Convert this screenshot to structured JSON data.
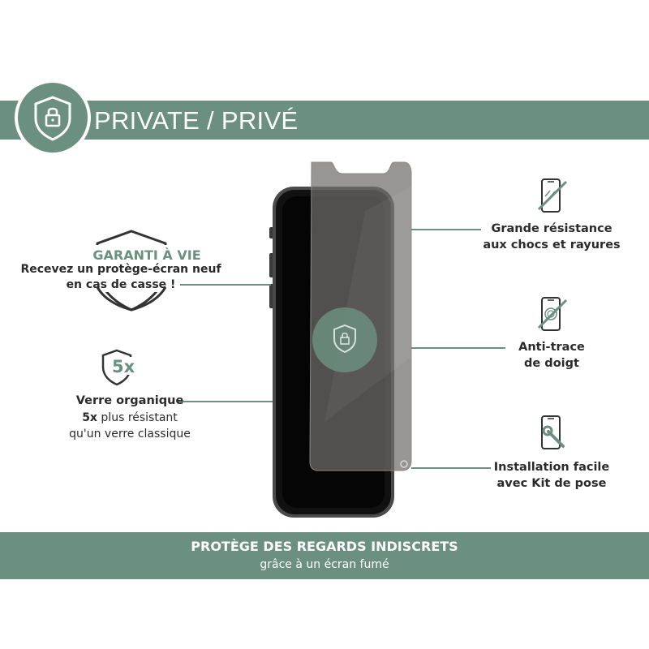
{
  "colors": {
    "accent": "#6b8f80",
    "text": "#2b2b2b",
    "white": "#ffffff",
    "phone_dark": "#1a1a1a"
  },
  "header": {
    "title": "PRIVATE / PRIVÉ",
    "icon": "shield-lock-icon"
  },
  "left": {
    "guarantee": {
      "title": "GARANTI À VIE",
      "line1": "Recevez un protège-écran neuf",
      "line2": "en cas de casse !"
    },
    "strength": {
      "badge": "5x",
      "title": "Verre organique",
      "line2_bold": "5x",
      "line2_rest": " plus résistant",
      "line3": "qu'un verre classique"
    }
  },
  "right": {
    "features": [
      {
        "icon": "phone-scratch-icon",
        "line1": "Grande résistance",
        "line2": "aux chocs et rayures"
      },
      {
        "icon": "phone-fingerprint-icon",
        "line1": "Anti-trace",
        "line2": "de doigt"
      },
      {
        "icon": "phone-wrench-icon",
        "line1": "Installation facile",
        "line2": "avec Kit de pose"
      }
    ]
  },
  "footer": {
    "title": "PROTÈGE DES REGARDS INDISCRETS",
    "subtitle": "grâce à un écran fumé"
  }
}
